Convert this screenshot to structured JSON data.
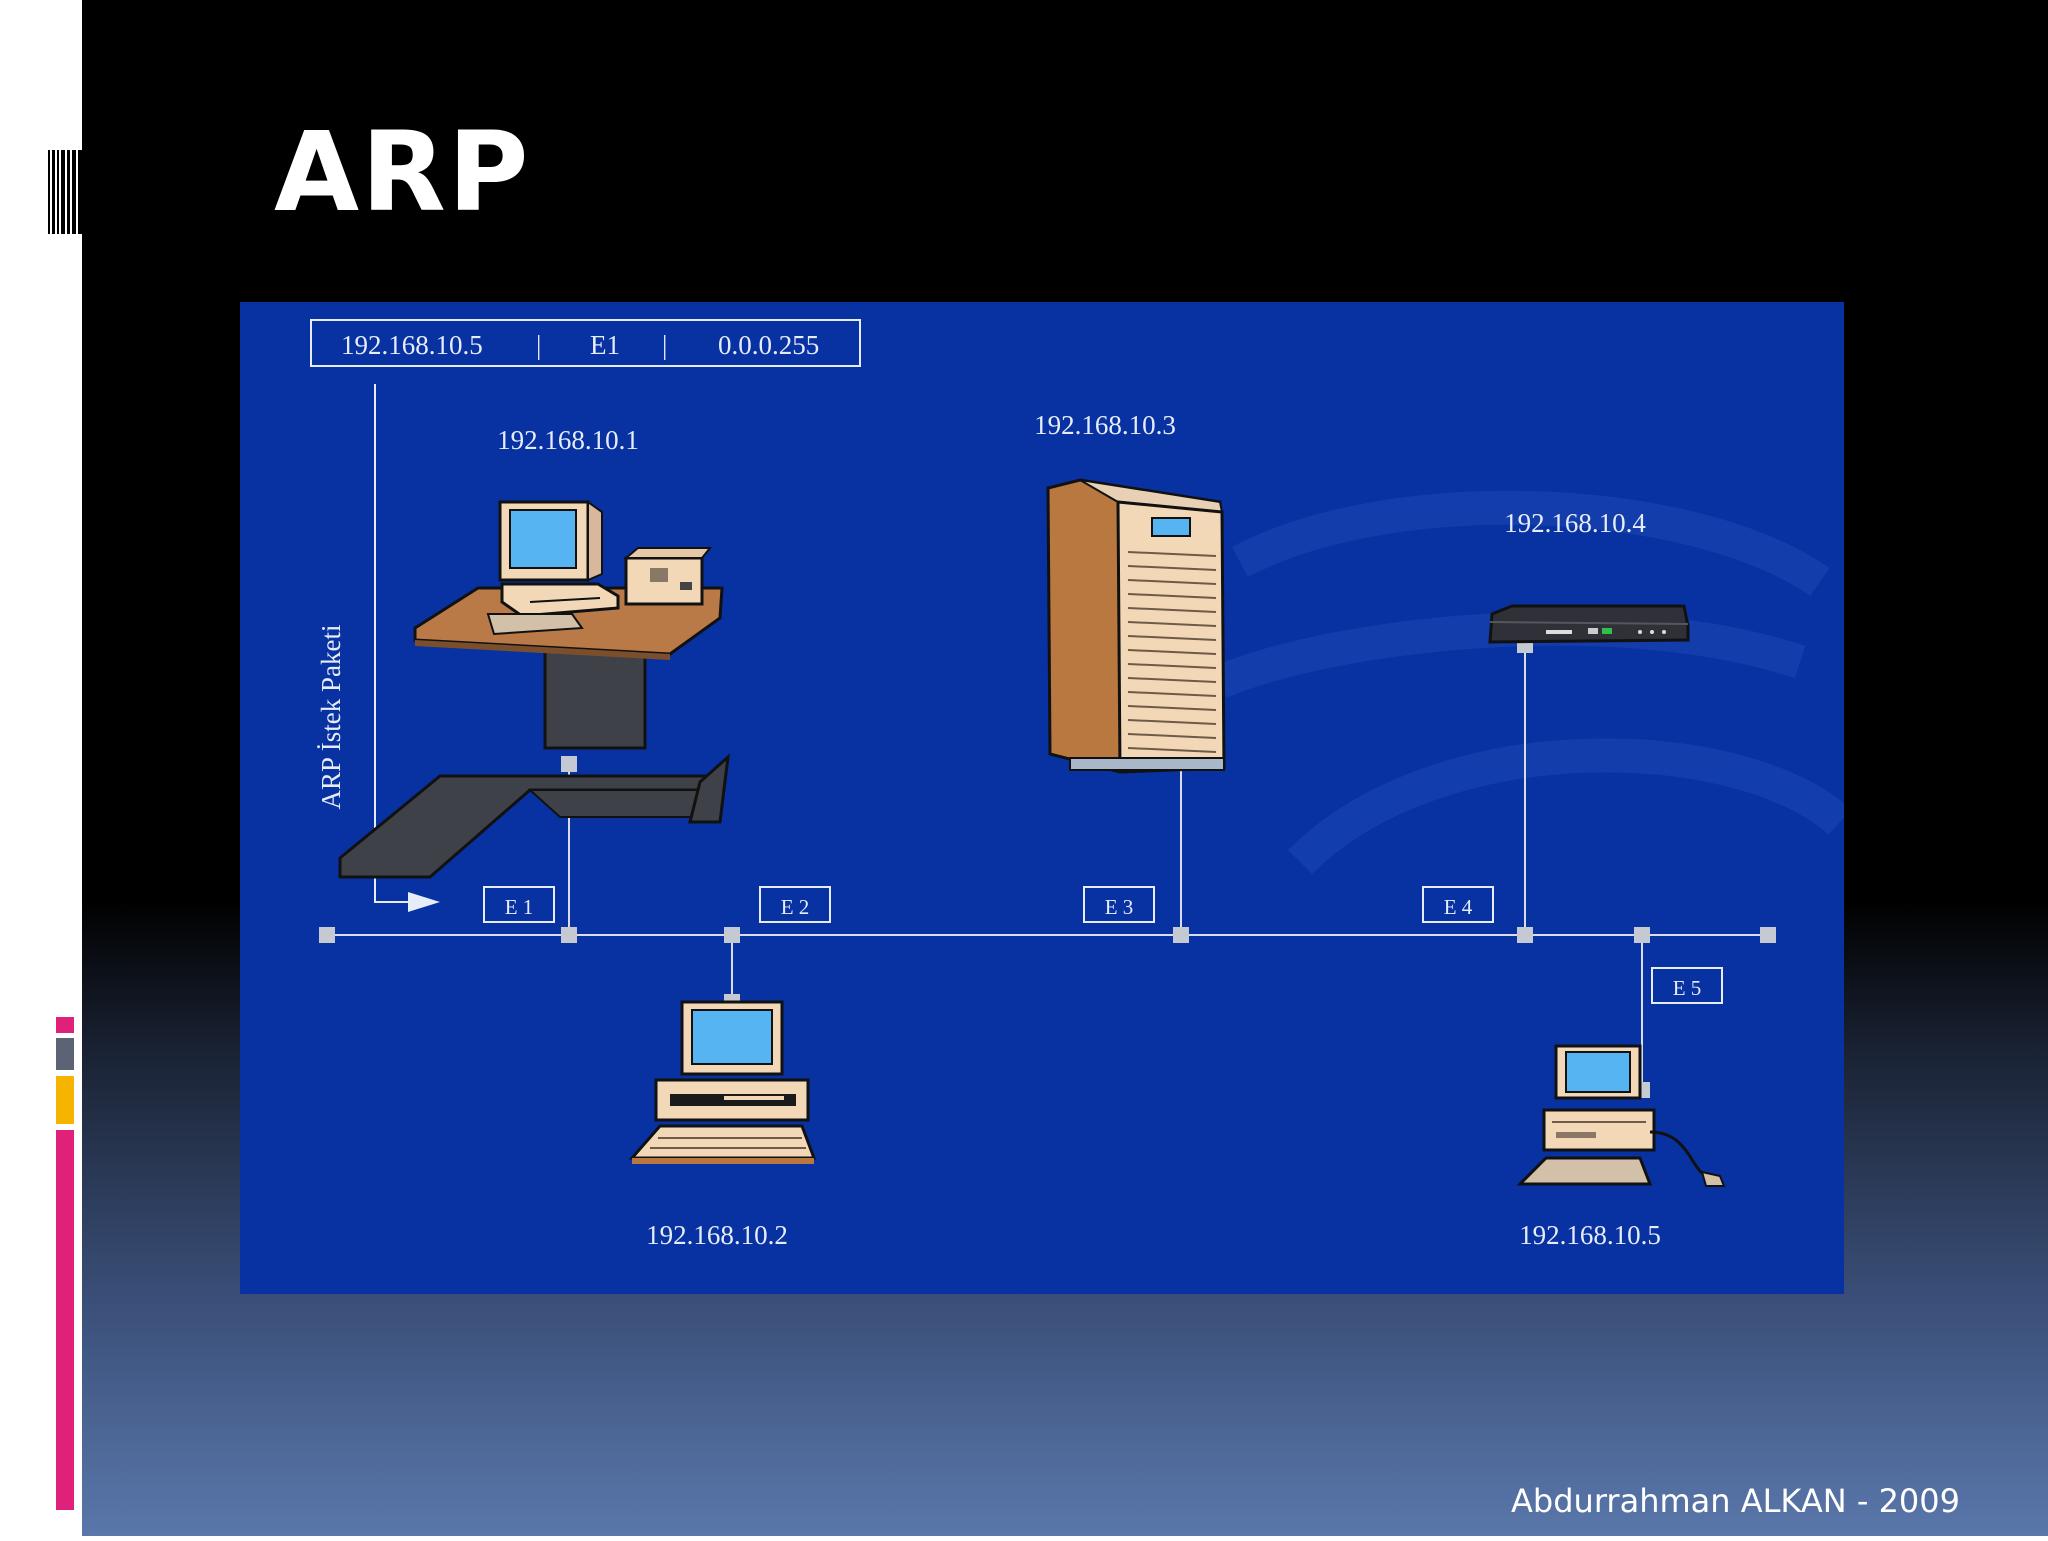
{
  "slide": {
    "title": "ARP",
    "footer": "Abdurrahman ALKAN - 2009"
  },
  "diagram": {
    "packet": {
      "ip": "192.168.10.5",
      "sep1": "|",
      "iface": "E1",
      "sep2": "|",
      "mask": "0.0.0.255"
    },
    "arrow_label": "ARP İstek Paketi",
    "hosts": {
      "h1": "192.168.10.1",
      "h2": "192.168.10.2",
      "h3": "192.168.10.3",
      "h4": "192.168.10.4",
      "h5": "192.168.10.5"
    },
    "interfaces": {
      "e1": "E 1",
      "e2": "E 2",
      "e3": "E 3",
      "e4": "E 4",
      "e5": "E 5"
    }
  },
  "colors": {
    "diagram_bg": "#0832a2",
    "screen": "#56b4f2",
    "case": "#f3d8b8",
    "bus_line": "#d8dde8",
    "accent_pink": "#e0217a",
    "accent_gray": "#5b6375",
    "accent_yellow": "#f5b400"
  }
}
